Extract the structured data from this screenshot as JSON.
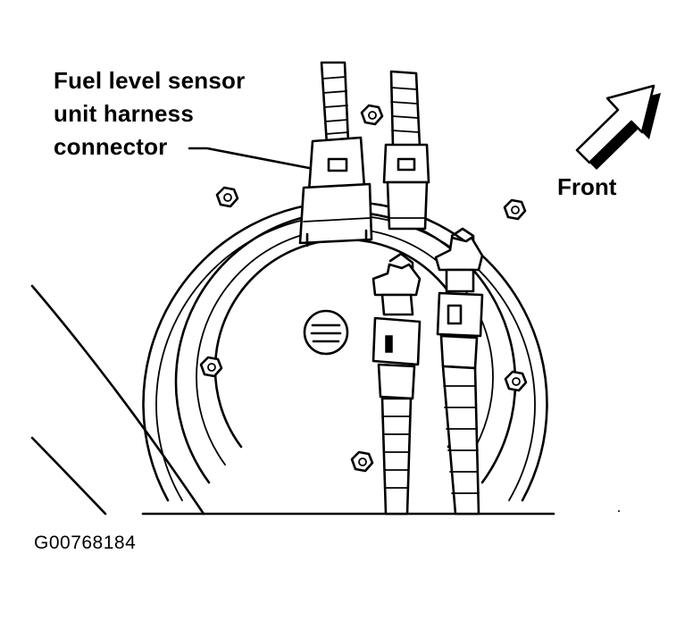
{
  "diagram": {
    "callout_label": [
      "Fuel level sensor",
      "unit harness",
      "connector"
    ],
    "direction_label": "Front",
    "figure_code": "G00768184",
    "icons": [
      "front-direction-arrow-icon"
    ]
  }
}
